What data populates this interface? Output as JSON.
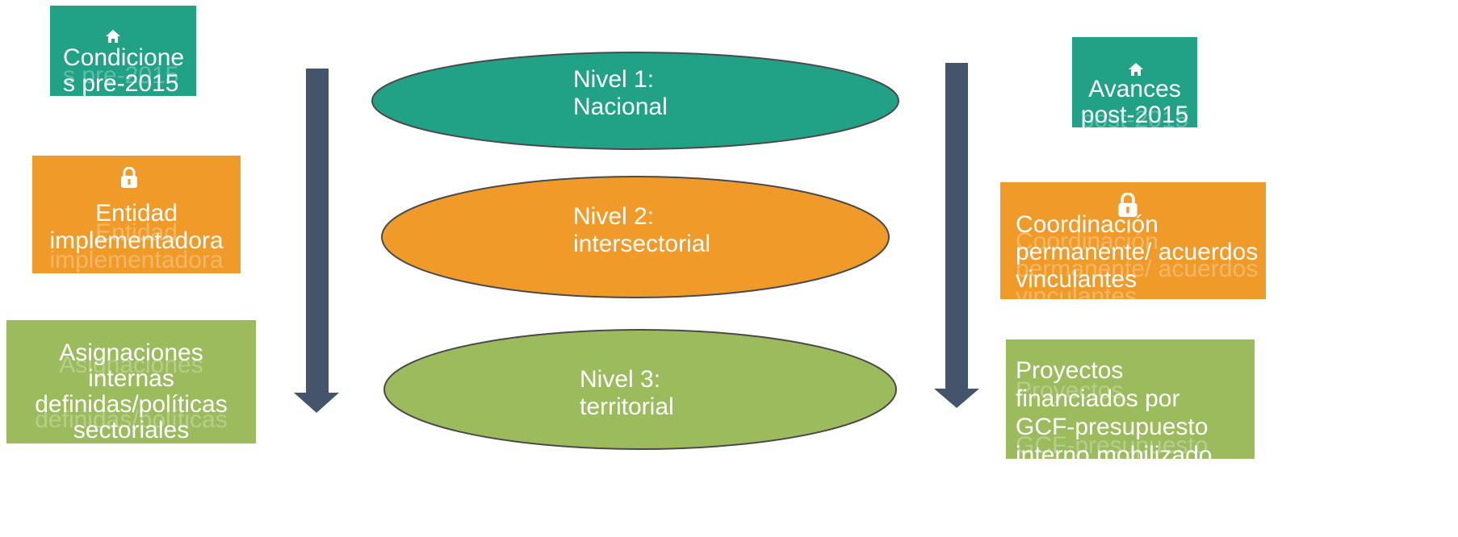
{
  "left": {
    "pre": "Condicione\ns pre-2015",
    "pre_icon": "home-icon",
    "entidad": "Entidad\nimplementadora",
    "entidad_icon": "lock-icon",
    "asign": "Asignaciones\ninternas\ndefinidas/políticas\nsectoriales"
  },
  "center": {
    "nivel1": "Nivel 1:\nNacional",
    "nivel2": "Nivel 2:\nintersectorial",
    "nivel3": "Nivel 3:\nterritorial"
  },
  "right": {
    "post": "Avances\npost-2015",
    "post_icon": "home-icon",
    "coord": "Coordinación\npermanente/ acuerdos\nvinculantes",
    "coord_icon": "lock-icon",
    "proy": "Proyectos\nfinanciados por\nGCF-presupuesto\ninterno mobilizado"
  },
  "colors": {
    "teal": "#21a186",
    "orange": "#f09b29",
    "green": "#9bbb5d",
    "arrow": "#44546a"
  }
}
